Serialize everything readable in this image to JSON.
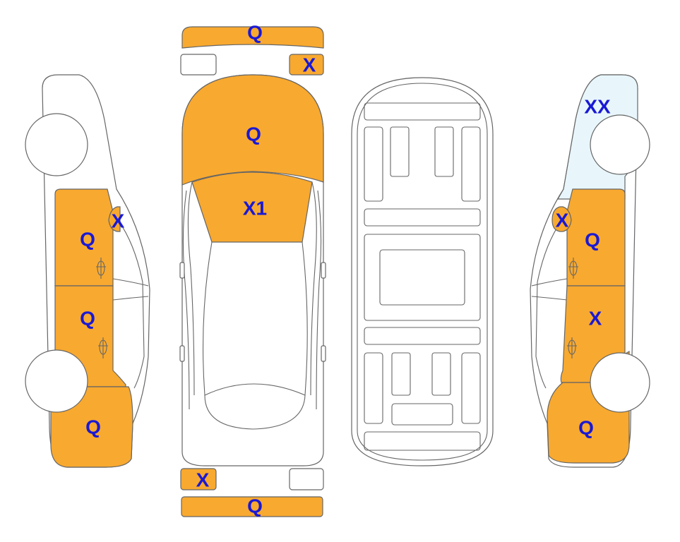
{
  "colors": {
    "damaged": "#F8A92F",
    "replaced": "#E8F6FB",
    "untouched": "#FFFFFF",
    "outline": "#666666",
    "label": "#1A19D4"
  },
  "labels": {
    "front_bumper": "Q",
    "front_right_lamp": "X",
    "hood": "Q",
    "windshield": "X1",
    "left_front_door": "Q",
    "left_front_door_mirror": "X",
    "left_rear_door": "Q",
    "left_rear_quarter": "Q",
    "right_front_fender": "XX",
    "right_mirror": "X",
    "right_front_door": "Q",
    "right_rear_door": "X",
    "right_rear_quarter": "Q",
    "rear_left_lamp": "X",
    "rear_bumper": "Q"
  }
}
